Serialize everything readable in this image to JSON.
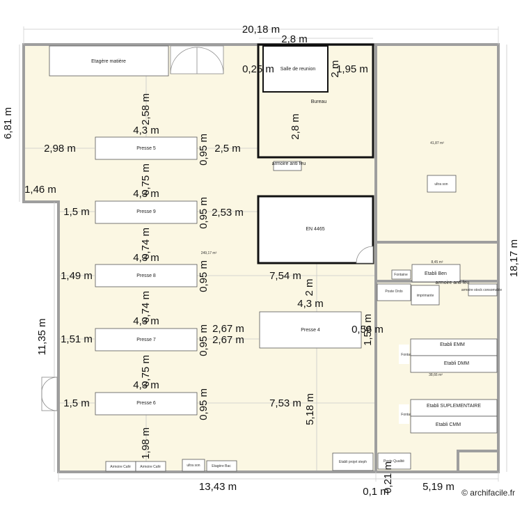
{
  "plan": {
    "dims": {
      "total_width": "20,18 m",
      "top_bureau": "2,8 m",
      "height_left": "6,81 m",
      "height_right": "18,17 m",
      "height_lower_left": "11,35 m",
      "notch": "1,46 m",
      "bottom_left": "13,43 m",
      "bottom_right": "5,19 m",
      "bottom_small": "0,1 m",
      "bottom_vert": "0,21 m",
      "salle_side": "0,25 m",
      "salle_right": "1,95 m",
      "salle_h": "2 m",
      "bureau_h": "2,8 m",
      "p5_top": "2,58 m",
      "p5_len": "4,3 m",
      "p5_left": "2,98 m",
      "p5_w": "0,95 m",
      "p5_right": "2,5 m",
      "gap_5_9": "0,75 m",
      "p9_len": "4,3 m",
      "p9_left": "1,5 m",
      "p9_w": "0,95 m",
      "p9_right": "2,53 m",
      "gap_9_8": "0,74 m",
      "p8_len": "4,3 m",
      "p8_left": "1,49 m",
      "p8_w": "0,95 m",
      "p8_right": "7,54 m",
      "p4_top": "2 m",
      "p4_len": "4,3 m",
      "gap_8_7": "0,74 m",
      "p7_len": "4,3 m",
      "p7_left": "1,51 m",
      "p7_w": "0,95 m",
      "p7_right_a": "2,67 m",
      "p7_right_b": "2,67 m",
      "p4_right": "0,56 m",
      "p4_w": "1,56 m",
      "gap_7_6": "0,75 m",
      "p6_len": "4,3 m",
      "p6_left": "1,5 m",
      "p6_w": "0,95 m",
      "p6_right": "7,53 m",
      "p4_bottom": "5,18 m",
      "p6_bottom": "1,98 m"
    },
    "labels": {
      "etagere_matiere": "Etagère matière",
      "salle_reunion": "Salle de reunion",
      "bureau": "Bureau",
      "armoire_feu_1": "armoire anti feu",
      "en4465": "EN 4465",
      "presse5": "Presse 5",
      "presse9": "Presse 9",
      "presse8": "Presse 8",
      "presse7": "Presse 7",
      "presse6": "Presse 6",
      "presse4": "Presse 4",
      "area_main": "249,17 m²",
      "area_right_top": "41,87 m²",
      "ultra_son_1": "ultra son",
      "area_mid": "8,45 m²",
      "fontaine_1": "Fontaine",
      "etabli_ben": "Etabli Ben",
      "armoire_feu_2": "armoire anti feu",
      "poste_ordo": "Poste Ordo",
      "imprimante": "imprimante",
      "armoire_conso": "armoire stock consomable",
      "fontaine_2": "Fontaine",
      "etabli_emm": "Etabli EMM",
      "etabli_dmm": "Etabli DMM",
      "area_lower": "38,66 m²",
      "fontaine_3": "Fontaine",
      "etabli_supp": "Etabli SUPLEMENTAIRE",
      "etabli_cmm": "Etabli CMM",
      "armoire_cafe_1": "Armoire Café",
      "armoire_cafe_2": "Armoire Café",
      "ultra_son_2": "ultra son",
      "etagere_bac": "Etagère Bac",
      "etabli_steph": "Etabli projet steph",
      "poste_qualite": "Poste Qualité"
    },
    "watermark": "© archifacile.fr"
  }
}
